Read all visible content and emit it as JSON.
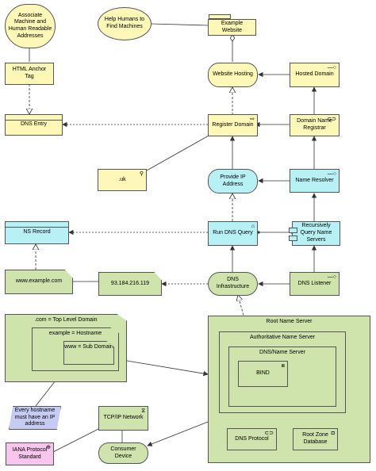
{
  "nodes": {
    "associate": "Associate Machine and Human Readable Addresses",
    "help_humans": "Help Humans to Find Machines",
    "example_website": "Example Website",
    "html_anchor": "HTML Anchor Tag",
    "website_hosting": "Website Hosting",
    "hosted_domain": "Hosted Domain",
    "dns_entry": "DNS Entry",
    "register_domain": "Register Domain",
    "registrar": "Domain Name Registrar",
    "uk": ".uk",
    "provide_ip": "Provide IP Address",
    "name_resolver": "Name Resolver",
    "ns_record": "NS Record",
    "run_dns_query": "Run DNS Query",
    "recursive_ns": "Recursively Query Name Servers",
    "www_example": "www.example.com",
    "ip_address": "93.184.216.119",
    "dns_infra": "DNS Infrastructure",
    "dns_listener": "DNS Listener",
    "tld_box": ".com = Top Level Domain",
    "hostname_box": "example = Hostname",
    "subdomain_box": "www = Sub Domain",
    "root_ns": "Root Name Server",
    "auth_ns": "Authoritative Name Server",
    "dns_ns": "DNS/Name Server",
    "bind": "BIND",
    "every_hostname": "Every hostname must have an IP address",
    "tcpip": "TCP/IP Network",
    "dns_protocol": "DNS Protocol",
    "root_zone": "Root Zone Database",
    "iana": "IANA Protocol Standard",
    "consumer_device": "Consumer Device"
  }
}
